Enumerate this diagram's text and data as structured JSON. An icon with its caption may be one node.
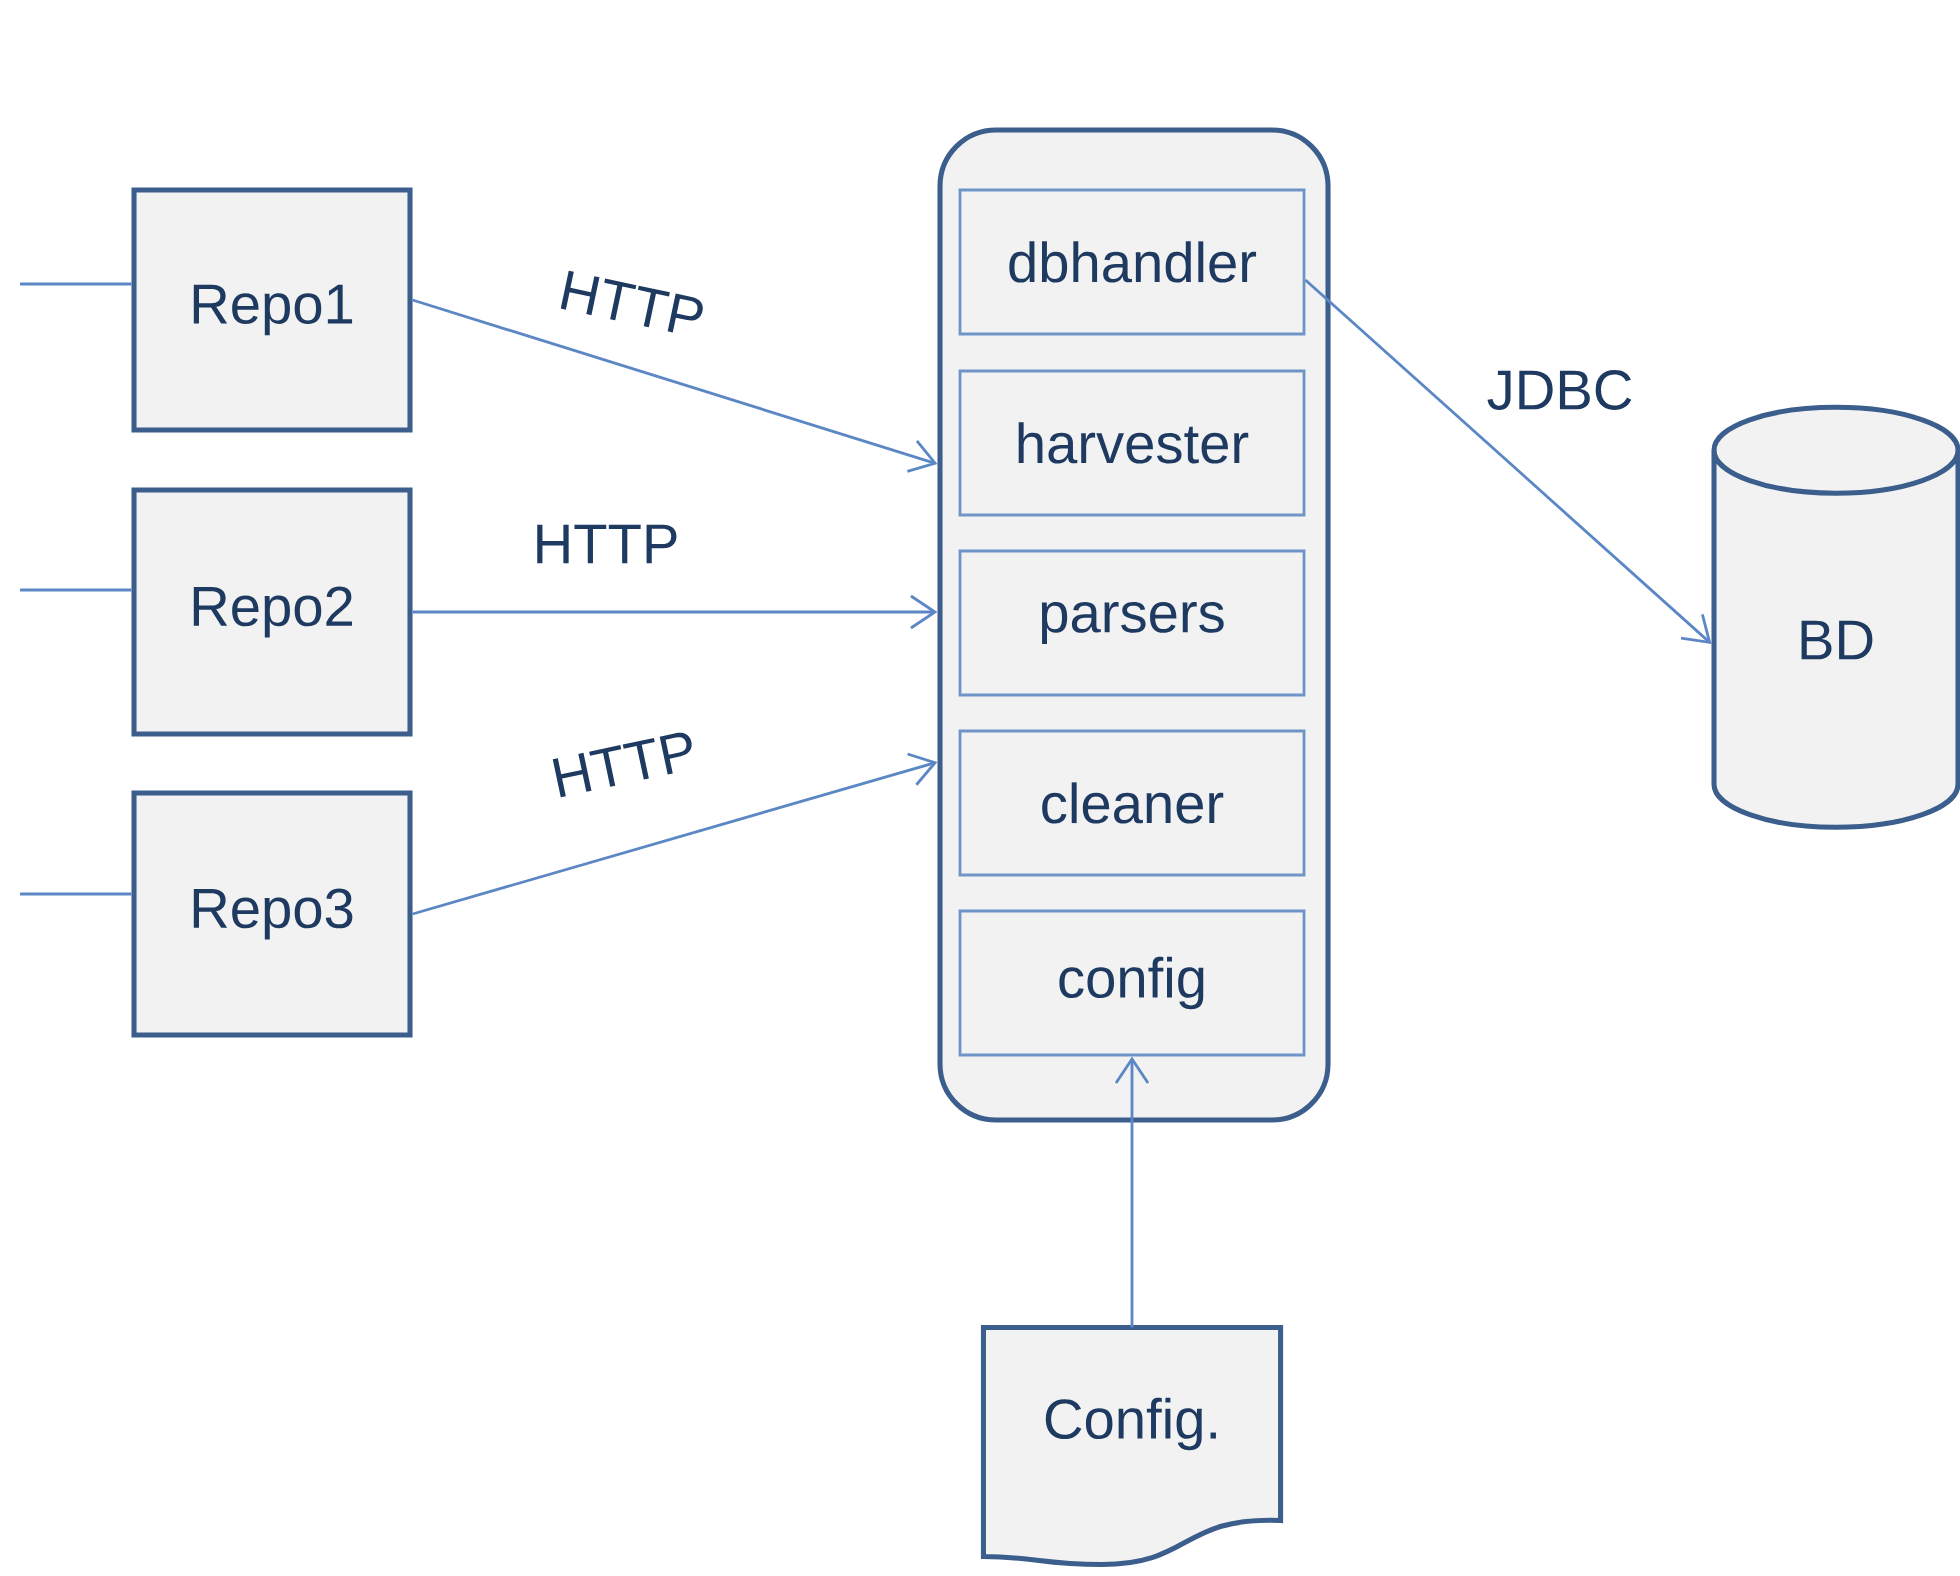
{
  "diagram": {
    "nodes": [
      {
        "text": [
          "Repo1"
        ]
      },
      {
        "text": [
          "Repo2"
        ]
      },
      {
        "text": [
          "Repo3"
        ]
      },
      {
        "text": [],
        "shape": "box"
      },
      {
        "text": [
          "dbhandler"
        ],
        "in": 3
      },
      {
        "text": [
          "harvester"
        ],
        "in": 3
      },
      {
        "text": [
          "parsers"
        ],
        "in": 3
      },
      {
        "text": [
          "cleaner"
        ],
        "in": 3
      },
      {
        "text": [
          "config"
        ],
        "in": 3
      },
      {
        "text": [
          "BD"
        ]
      },
      {
        "text": [
          "Config."
        ]
      }
    ],
    "edges": [
      {
        "from": null,
        "to": 0,
        "arrow": "none"
      },
      {
        "from": null,
        "to": 1,
        "arrow": "none"
      },
      {
        "from": null,
        "to": 2,
        "arrow": "none"
      },
      {
        "from": 0,
        "to": 3,
        "arrow": "to",
        "label": "HTTP"
      },
      {
        "from": 1,
        "to": 3,
        "arrow": "to",
        "label": "HTTP"
      },
      {
        "from": 2,
        "to": 3,
        "arrow": "to",
        "label": "HTTP"
      },
      {
        "from": 4,
        "to": 9,
        "arrow": "to",
        "label": "JDBC"
      },
      {
        "from": 10,
        "to": 8,
        "arrow": "to"
      }
    ]
  }
}
